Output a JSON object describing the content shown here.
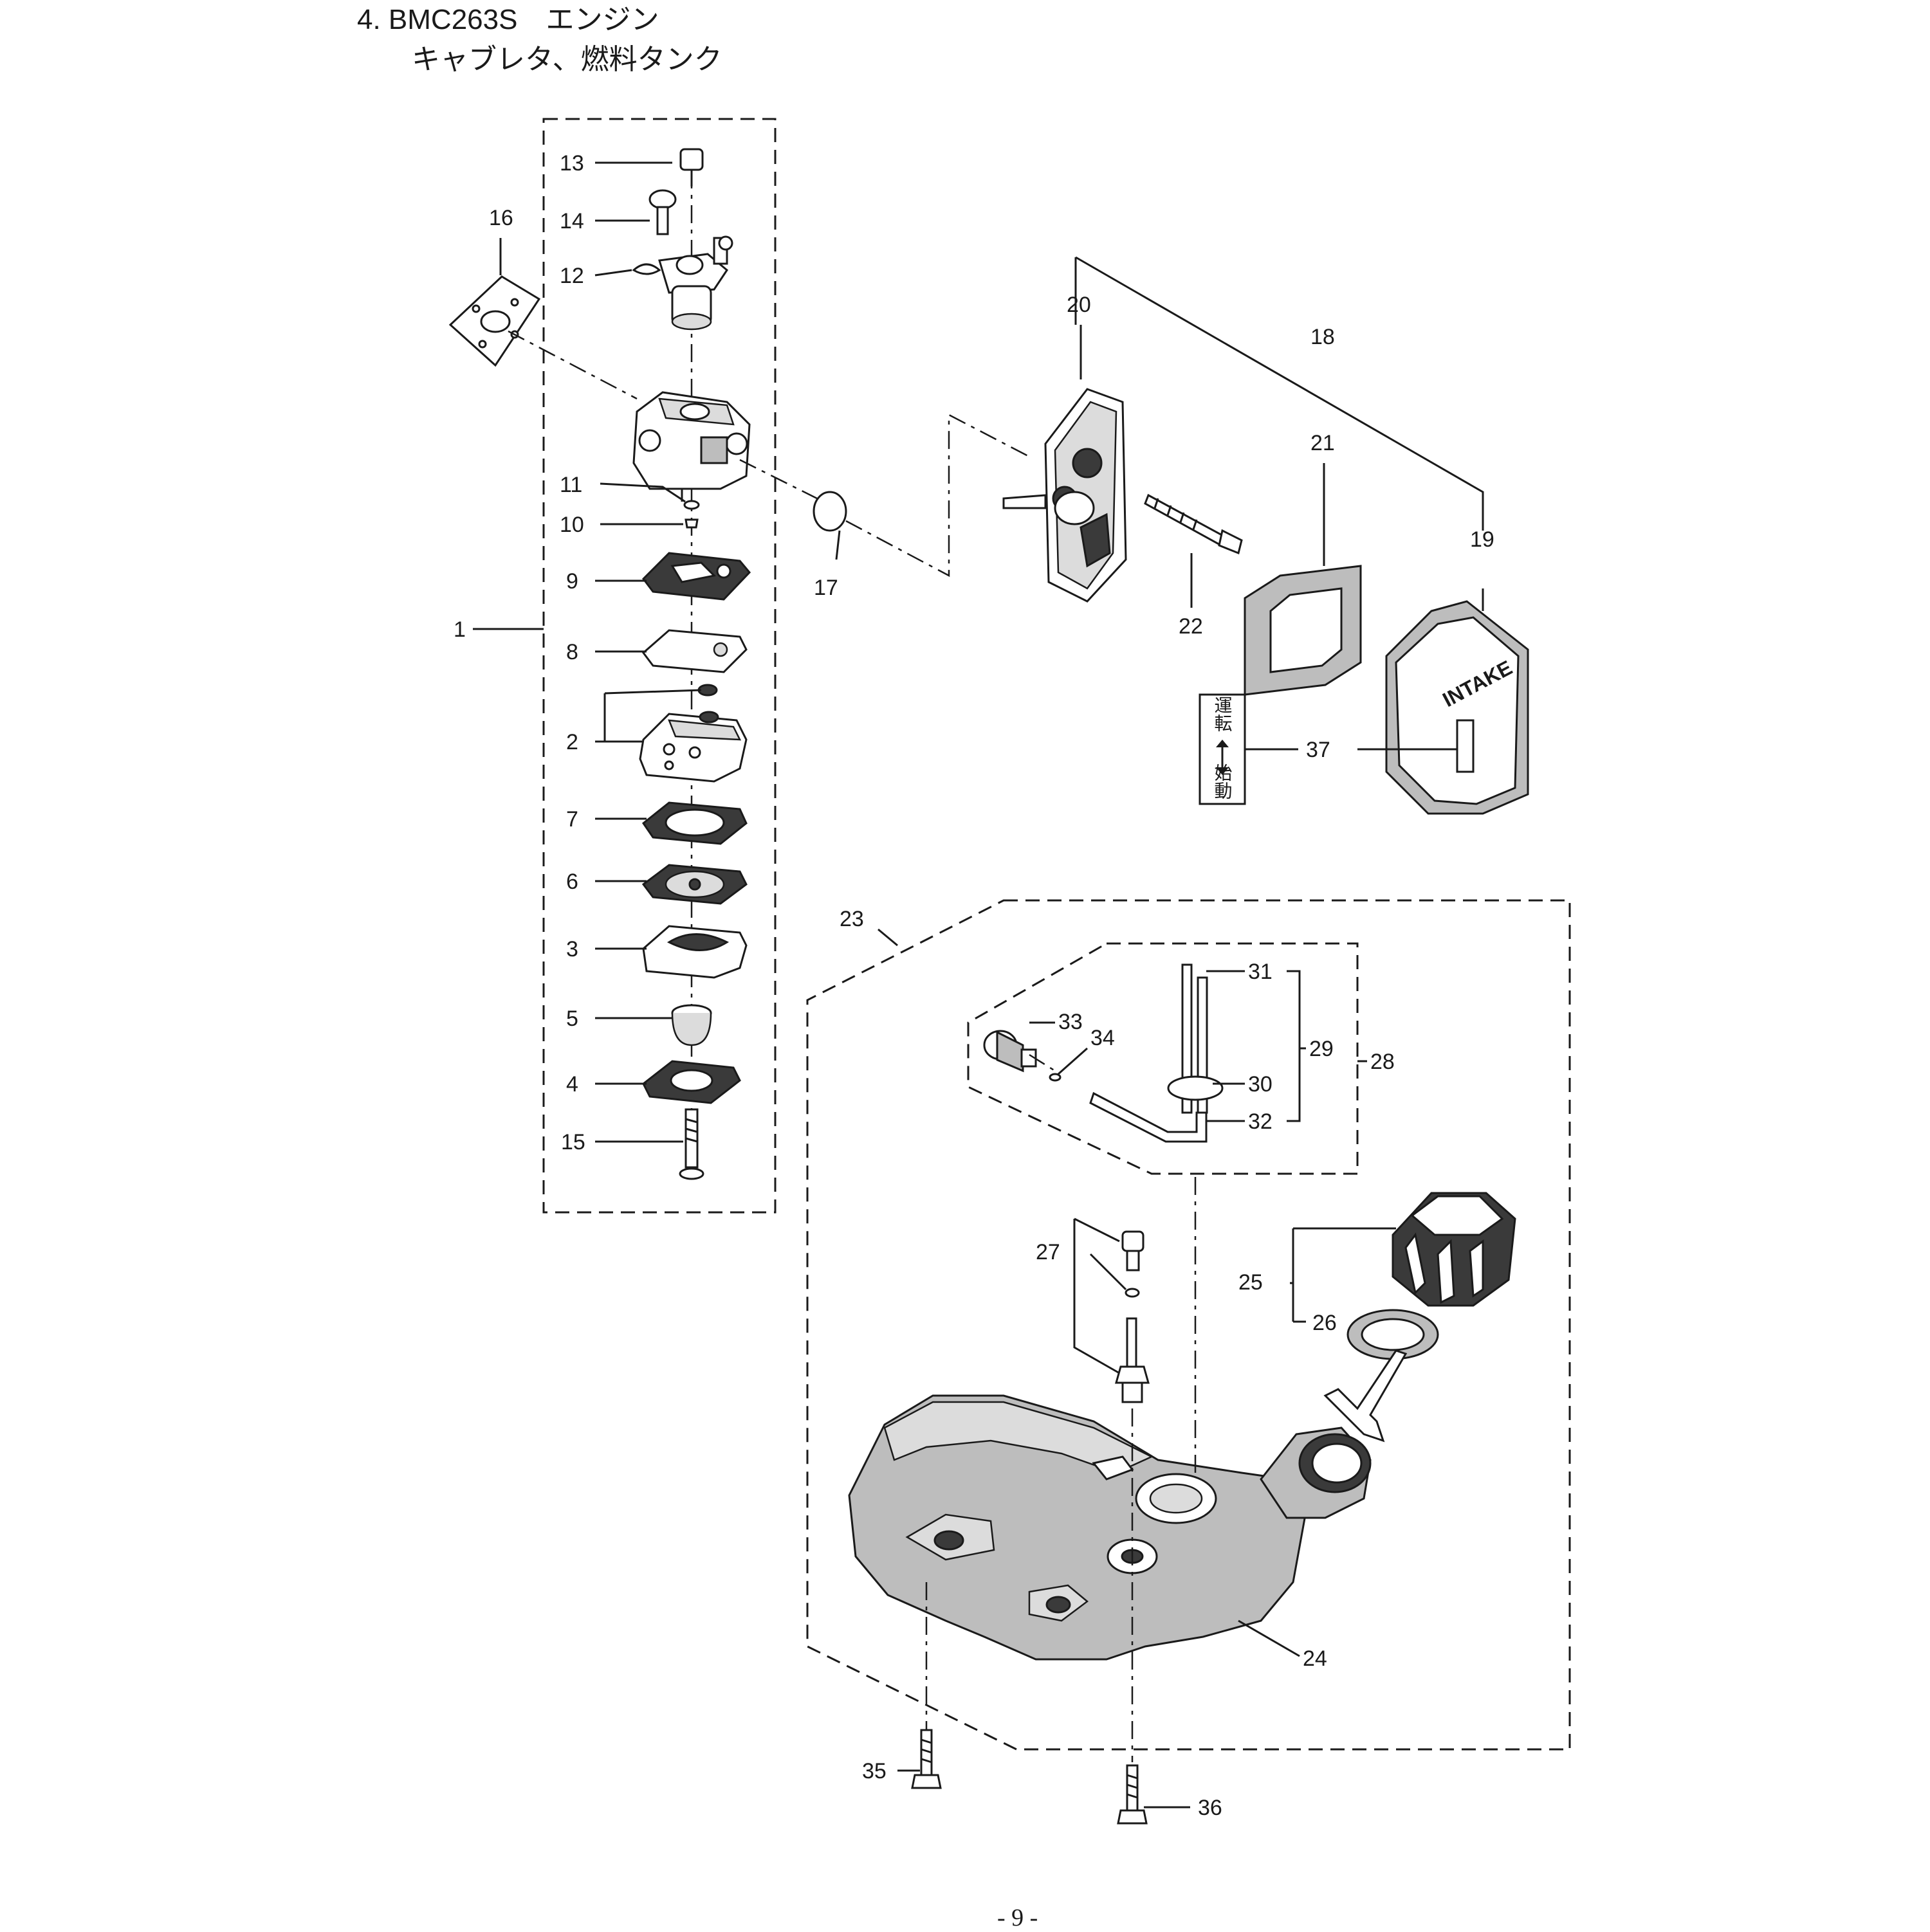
{
  "header": {
    "title_line1": "4. BMC263S　エンジン",
    "title_line2": "キャブレタ、燃料タンク"
  },
  "footer": {
    "page_number": "- 9 -"
  },
  "sticker": {
    "top_text": "運転",
    "bottom_text": "始動"
  },
  "air_cover": {
    "logo_text": "INTAKE"
  },
  "callouts": {
    "c1": "1",
    "c2": "2",
    "c3": "3",
    "c4": "4",
    "c5": "5",
    "c6": "6",
    "c7": "7",
    "c8": "8",
    "c9": "9",
    "c10": "10",
    "c11": "11",
    "c12": "12",
    "c13": "13",
    "c14": "14",
    "c15": "15",
    "c16": "16",
    "c17": "17",
    "c18": "18",
    "c19": "19",
    "c20": "20",
    "c21": "21",
    "c22": "22",
    "c23": "23",
    "c24": "24",
    "c25": "25",
    "c26": "26",
    "c27": "27",
    "c28": "28",
    "c29": "29",
    "c30": "30",
    "c31": "31",
    "c32": "32",
    "c33": "33",
    "c34": "34",
    "c35": "35",
    "c36": "36",
    "c37": "37"
  }
}
